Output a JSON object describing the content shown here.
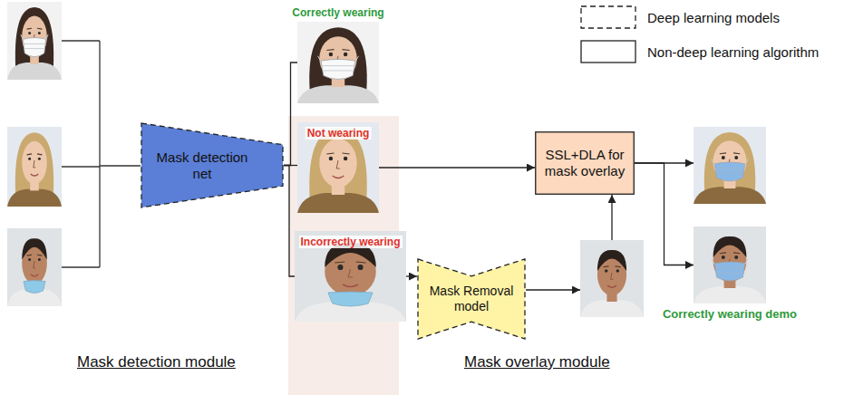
{
  "diagram": {
    "nodes": [
      {
        "text": [
          "Mask detection net"
        ]
      },
      {
        "text": [
          "Correctly wearing"
        ]
      },
      {
        "text": [
          "Not wearing"
        ]
      },
      {
        "text": [
          "Incorrectly wearing"
        ]
      },
      {
        "text": [
          "Mask Removal model"
        ]
      },
      {
        "text": [
          "SSL+DLA for mask overlay"
        ]
      },
      {
        "text": [
          "Correctly wearing demo"
        ]
      }
    ],
    "edges": [
      {
        "from": 0,
        "to": 1,
        "arrow": "none"
      },
      {
        "from": 0,
        "to": 2,
        "arrow": "none"
      },
      {
        "from": 0,
        "to": 3,
        "arrow": "none"
      },
      {
        "from": 2,
        "to": 5,
        "arrow": "to"
      },
      {
        "from": 3,
        "to": 4,
        "arrow": "to"
      },
      {
        "from": 5,
        "to": 6,
        "arrow": "to"
      }
    ],
    "labels": [
      "Mask detection module",
      "Mask overlay module"
    ],
    "legend": [
      {
        "text": "Deep learning models"
      },
      {
        "text": "Non-deep learning algorithm"
      }
    ]
  }
}
